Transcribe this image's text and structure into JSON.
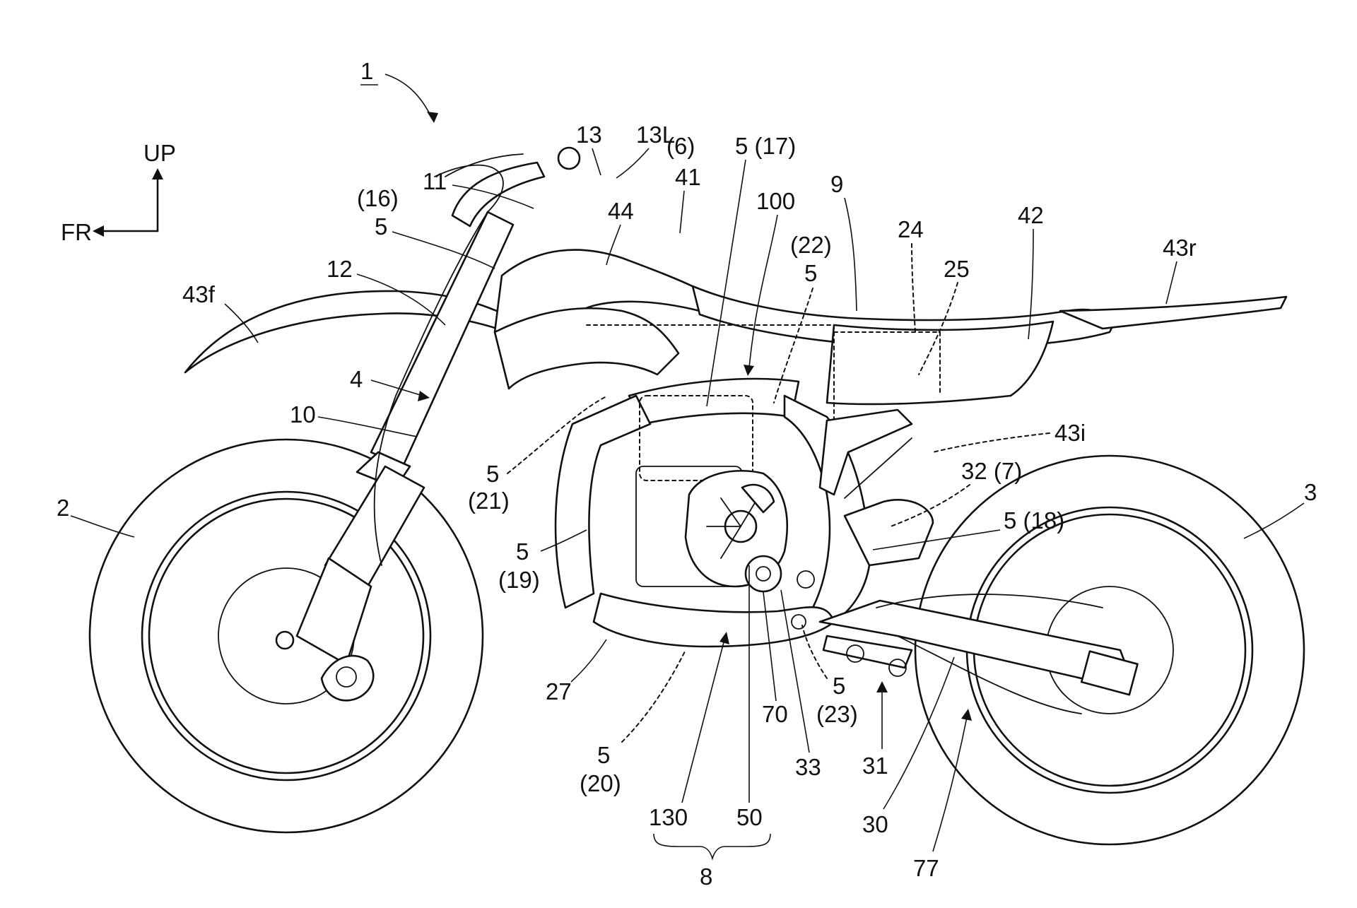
{
  "figure": {
    "direction_labels": {
      "up": "UP",
      "front": "FR"
    },
    "reference_numerals": {
      "vehicle": "1",
      "front_wheel": "2",
      "rear_wheel": "3",
      "front_fork": "4",
      "frame_head_16": "5",
      "frame_head_16_paren": "(16)",
      "main_frame_17": "5 (17)",
      "frame_22": "5",
      "frame_22_paren": "(22)",
      "frame_21": "5",
      "frame_21_paren": "(21)",
      "frame_19": "5",
      "frame_19_paren": "(19)",
      "frame_20": "5",
      "frame_20_paren": "(20)",
      "frame_23": "5",
      "frame_23_paren": "(23)",
      "frame_18": "5 (18)",
      "paren_6": "(6)",
      "seat": "9",
      "fork_tube": "10",
      "steering_head": "11",
      "bracket_12": "12",
      "handlebar": "13",
      "left_grip": "13L",
      "part_24": "24",
      "part_25": "25",
      "skid_27": "27",
      "swing_arm": "30",
      "link_31": "31",
      "part_32_7": "32 (7)",
      "pivot_33": "33",
      "tank_cover": "41",
      "side_cover": "42",
      "front_fender": "43f",
      "rear_fender": "43r",
      "inner_fender": "43i",
      "shroud": "44",
      "motor_50": "50",
      "sprocket_70": "70",
      "chain_77": "77",
      "battery_100": "100",
      "unit_130": "130",
      "group_8": "8"
    }
  }
}
